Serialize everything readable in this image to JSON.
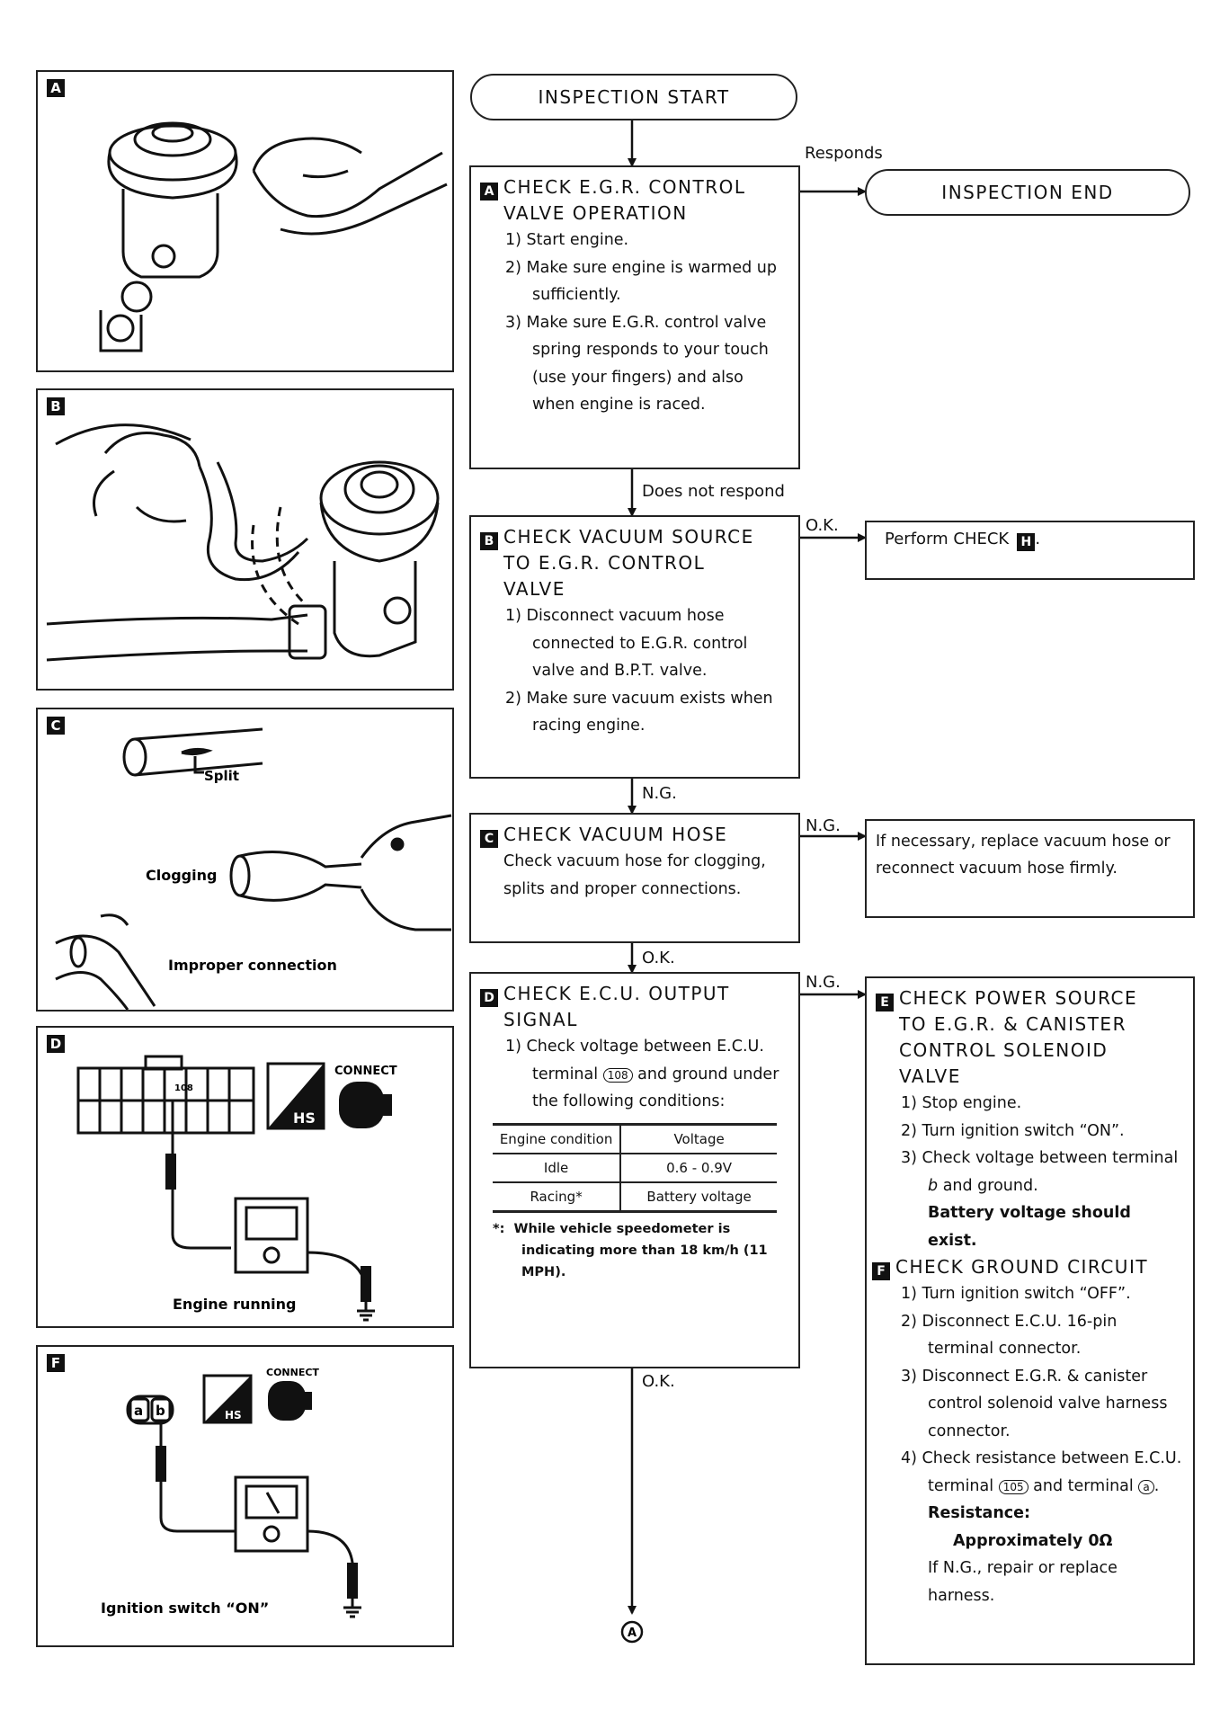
{
  "panels": [
    {
      "id": "A"
    },
    {
      "id": "B"
    },
    {
      "id": "C",
      "labels": {
        "split": "Split",
        "clogging": "Clogging",
        "improper": "Improper connection"
      }
    },
    {
      "id": "D",
      "terminal": "108",
      "hs": "HS",
      "connect": "CONNECT",
      "caption": "Engine running"
    },
    {
      "id": "F",
      "pin_a": "a",
      "pin_b": "b",
      "hs": "HS",
      "connect": "CONNECT",
      "caption": "Ignition switch “ON”"
    }
  ],
  "flow": {
    "start": "INSPECTION START",
    "end": "INSPECTION END",
    "labels": {
      "responds": "Responds",
      "does_not_respond": "Does not respond",
      "ok1": "O.K.",
      "ng1": "N.G.",
      "ng2": "N.G.",
      "ok2": "O.K.",
      "ng3": "N.G.",
      "ok3": "O.K."
    },
    "connector": "A",
    "check_a": {
      "letter": "A",
      "title1": "CHECK E.G.R. CONTROL",
      "title2": "VALVE OPERATION",
      "steps": [
        {
          "n": "1)",
          "t": "Start engine."
        },
        {
          "n": "2)",
          "t": "Make sure engine is warmed up sufficiently."
        },
        {
          "n": "3)",
          "t": "Make sure E.G.R. control valve spring responds to your touch (use your fingers) and also when engine is raced."
        }
      ]
    },
    "check_b": {
      "letter": "B",
      "title1": "CHECK VACUUM SOURCE",
      "title2": "TO E.G.R. CONTROL",
      "title3": "VALVE",
      "steps": [
        {
          "n": "1)",
          "t": "Disconnect vacuum hose connected to E.G.R. control valve and B.P.T. valve."
        },
        {
          "n": "2)",
          "t": "Make sure vacuum exists when racing engine."
        }
      ]
    },
    "perform": {
      "text": "Perform CHECK",
      "letter": "H",
      "tail": "."
    },
    "check_c": {
      "letter": "C",
      "title": "CHECK VACUUM HOSE",
      "body": "Check vacuum hose for clogging, splits and proper connections."
    },
    "replace_hose": "If necessary, replace vacuum hose or reconnect vacuum hose firmly.",
    "check_d": {
      "letter": "D",
      "title1": "CHECK E.C.U. OUTPUT",
      "title2": "SIGNAL",
      "step_n": "1)",
      "step_a": "Check voltage between E.C.U. terminal",
      "terminal": "108",
      "step_b": "and ground under the following conditions:",
      "table": {
        "headers": [
          "Engine condition",
          "Voltage"
        ],
        "rows": [
          [
            "Idle",
            "0.6 - 0.9V"
          ],
          [
            "Racing*",
            "Battery voltage"
          ]
        ]
      },
      "note_mark": "*:",
      "note": "While vehicle speedometer is indicating more than 18 km/h (11 MPH)."
    },
    "check_e": {
      "letter": "E",
      "title1": "CHECK POWER SOURCE",
      "title2": "TO E.G.R. & CANISTER",
      "title3": "CONTROL SOLENOID",
      "title4": "VALVE",
      "s1n": "1)",
      "s1": "Stop engine.",
      "s2n": "2)",
      "s2": "Turn ignition switch “ON”.",
      "s3n": "3)",
      "s3a": "Check voltage between terminal",
      "s3t": "b",
      "s3b": "and ground.",
      "s3bold": "Battery voltage should exist."
    },
    "check_f": {
      "letter": "F",
      "title": "CHECK GROUND CIRCUIT",
      "s1n": "1)",
      "s1": "Turn ignition switch “OFF”.",
      "s2n": "2)",
      "s2": "Disconnect E.C.U. 16-pin terminal connector.",
      "s3n": "3)",
      "s3": "Disconnect E.G.R. & canister control solenoid valve harness connector.",
      "s4n": "4)",
      "s4a": "Check resistance between E.C.U. terminal",
      "s4t": "105",
      "s4b": "and terminal",
      "s4t2": "a",
      "s4c": ".",
      "res_label": "Resistance:",
      "res_value": "Approximately 0Ω",
      "ng_note": "If N.G., repair or replace harness."
    }
  }
}
